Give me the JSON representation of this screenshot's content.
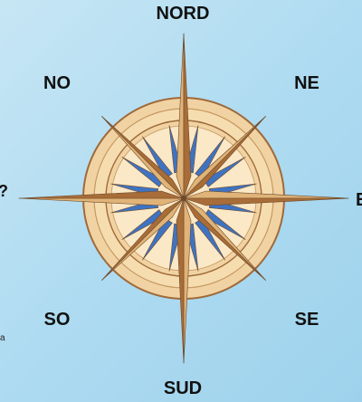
{
  "labels": {
    "north": "NORD",
    "south": "SUD",
    "northwest": "NO",
    "northeast": "NE",
    "southwest": "SO",
    "southeast": "SE",
    "east_clipped": "E",
    "west_clipped": "?"
  },
  "stray_text": "a",
  "colors": {
    "background": "#aedbf1",
    "ring_fill": "#f1d3a3",
    "ring_outline": "#a06a3a",
    "needle_light": "#e0b378",
    "needle_dark": "#a86d38",
    "blue_point": "#3f73c2"
  }
}
